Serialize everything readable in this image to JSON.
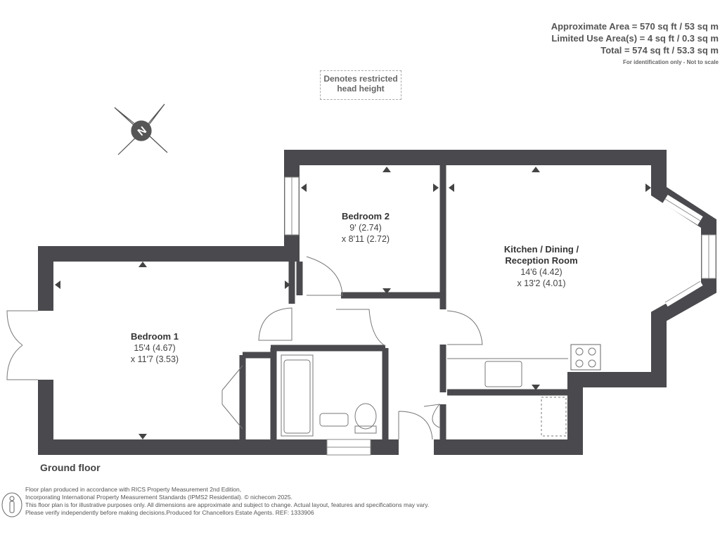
{
  "area": {
    "approximate": "Approximate Area = 570 sq ft / 53 sq m",
    "limited": "Limited Use Area(s) = 4 sq ft / 0.3 sq m",
    "total": "Total = 574 sq ft / 53.3 sq m",
    "note": "For identification only - Not to scale"
  },
  "legend": {
    "line1": "Denotes restricted",
    "line2": "head height"
  },
  "compass": {
    "label": "N"
  },
  "rooms": [
    {
      "name": "Bedroom 1",
      "dim1": "15'4 (4.67)",
      "dim2": "x 11'7 (3.53)"
    },
    {
      "name": "Bedroom 2",
      "dim1": "9' (2.74)",
      "dim2": "x 8'11 (2.72)"
    },
    {
      "name": "Kitchen / Dining /",
      "name2": "Reception Room",
      "dim1": "14'6 (4.42)",
      "dim2": "x 13'2 (4.01)"
    }
  ],
  "floor_label": "Ground floor",
  "footer": [
    "Floor plan produced in accordance with RICS Property Measurement 2nd Edition,",
    "Incorporating International Property Measurement Standards (IPMS2 Residential).   © nichecom 2025.",
    "This floor plan is for illustrative purposes only. All dimensions are approximate and subject to change. Actual layout, features and specifications may vary.",
    "Please verify independently before making decisions.Produced for Chancellors Estate Agents.   REF: 1333906"
  ],
  "colors": {
    "wall": "#4a4a4e",
    "text": "#444444"
  }
}
